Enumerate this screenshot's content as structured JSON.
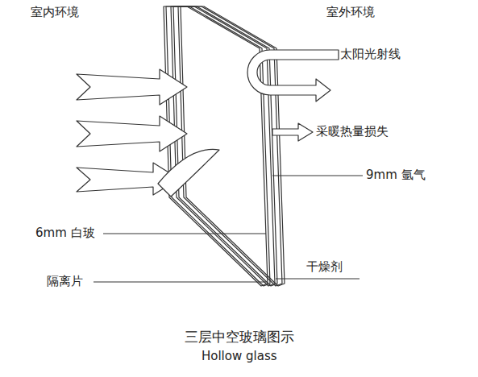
{
  "diagram": {
    "caption": "三层中空玻璃图示",
    "labels": [
      "室内环境",
      "室外环境",
      "太阳光射线",
      "采暖热量损失",
      "9mm 氩气",
      "6mm 白玻",
      "隔离片",
      "干燥剂",
      "Hollow glass"
    ]
  }
}
